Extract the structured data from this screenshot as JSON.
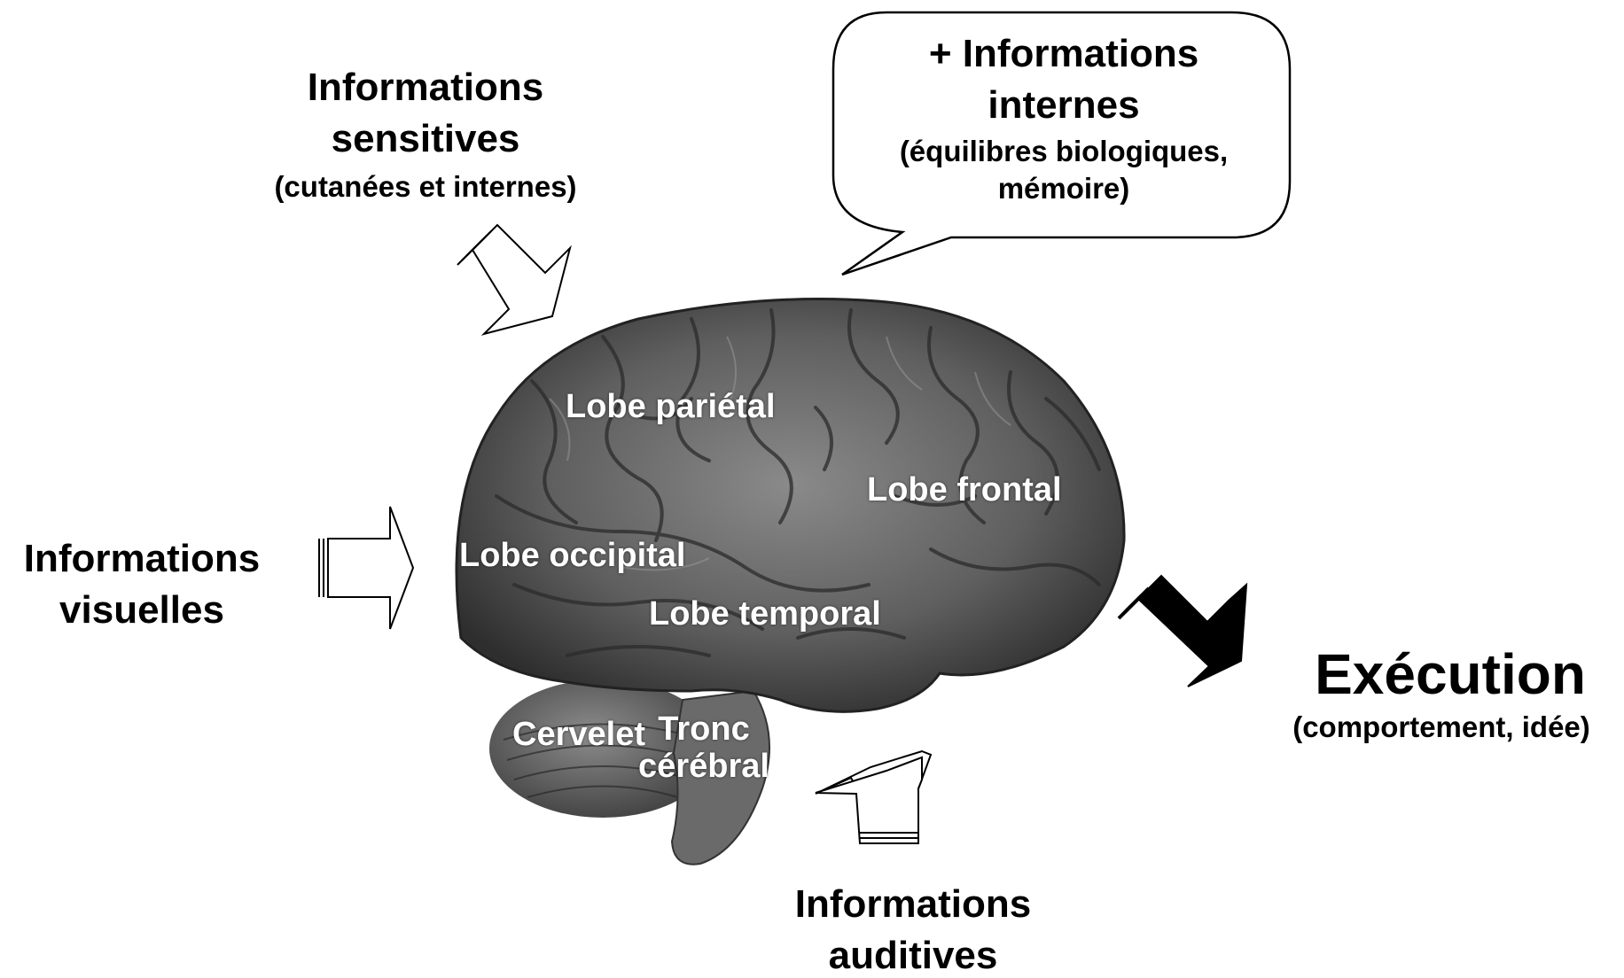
{
  "sensitive": {
    "title_line1": "Informations",
    "title_line2": "sensitives",
    "subtitle": "(cutanées et internes)"
  },
  "internal": {
    "title_line1": "+ Informations",
    "title_line2": "internes",
    "subtitle_line1": "(équilibres biologiques,",
    "subtitle_line2": "mémoire)"
  },
  "visual": {
    "title_line1": "Informations",
    "title_line2": "visuelles"
  },
  "execution": {
    "title": "Exécution",
    "subtitle": "(comportement, idée)"
  },
  "auditory": {
    "title_line1": "Informations",
    "title_line2": "auditives"
  },
  "brain": {
    "parietal": "Lobe pariétal",
    "frontal": "Lobe frontal",
    "occipital": "Lobe occipital",
    "temporal": "Lobe temporal",
    "cerebellum": "Cervelet",
    "brainstem_line1": "Tronc",
    "brainstem_line2": "cérébral"
  }
}
